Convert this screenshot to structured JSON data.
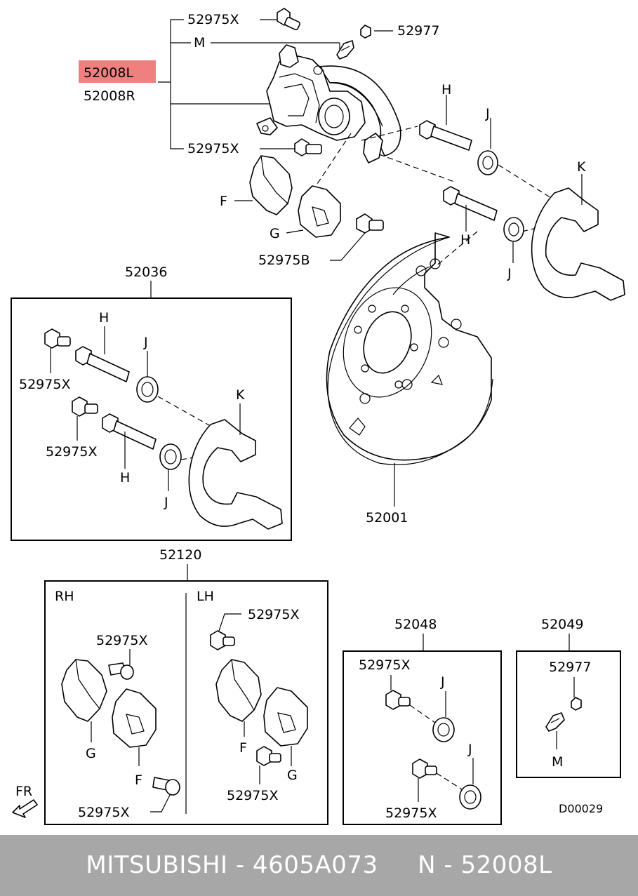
{
  "diagram": {
    "labels": {
      "top_52975x_upper": "52975X",
      "top_m": "M",
      "top_52977": "52977",
      "highlight_part": "52008L",
      "other_part": "52008R",
      "top_52975x_lower": "52975X",
      "h_upper": "H",
      "j_upper": "J",
      "k_main": "K",
      "f_main": "F",
      "g_main": "G",
      "b_52975b": "52975B",
      "h_lower": "H",
      "j_lower": "J",
      "backplate": "52001"
    },
    "kit_52036": {
      "title": "52036",
      "h_top": "H",
      "j_top": "J",
      "bolt_top": "52975X",
      "k": "K",
      "bolt_bottom": "52975X",
      "h_bottom": "H",
      "j_bottom": "J"
    },
    "kit_52120": {
      "title": "52120",
      "rh": "RH",
      "lh": "LH",
      "rh_bolt_top": "52975X",
      "rh_g": "G",
      "rh_f": "F",
      "rh_bolt_bottom": "52975X",
      "lh_bolt_top": "52975X",
      "lh_f": "F",
      "lh_g": "G",
      "lh_bolt_bottom": "52975X",
      "fr": "FR"
    },
    "kit_52048": {
      "title": "52048",
      "bolt_top": "52975X",
      "j_top": "J",
      "j_bottom": "J",
      "bolt_bottom": "52975X"
    },
    "kit_52049": {
      "title": "52049",
      "part": "52977",
      "m": "M"
    },
    "code": "D00029"
  },
  "colors": {
    "highlight": "#f08080",
    "footer_bg": "#a7a7a7",
    "footer_text": "#ffffff"
  },
  "footer": {
    "text": "MITSUBISHI - 4605A073     N - 52008L"
  }
}
